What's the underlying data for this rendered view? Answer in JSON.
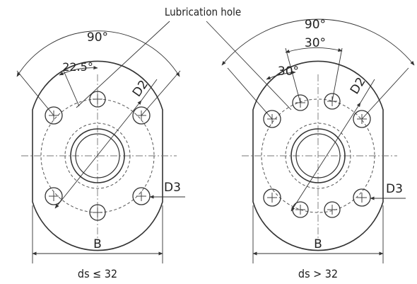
{
  "labels": {
    "lubrication_hole": "Lubrication hole",
    "left": {
      "angle_outer": "90°",
      "angle_inner": "22.5°",
      "d2": "D2",
      "d3": "D3",
      "b": "B",
      "condition": "ds ≤ 32"
    },
    "right": {
      "angle_outer": "90°",
      "angle_mid": "30°",
      "angle_inner": "30°",
      "d2": "D2",
      "d3": "D3",
      "b": "B",
      "condition": "ds > 32"
    }
  },
  "colors": {
    "line": "#333333",
    "background": "#ffffff"
  }
}
